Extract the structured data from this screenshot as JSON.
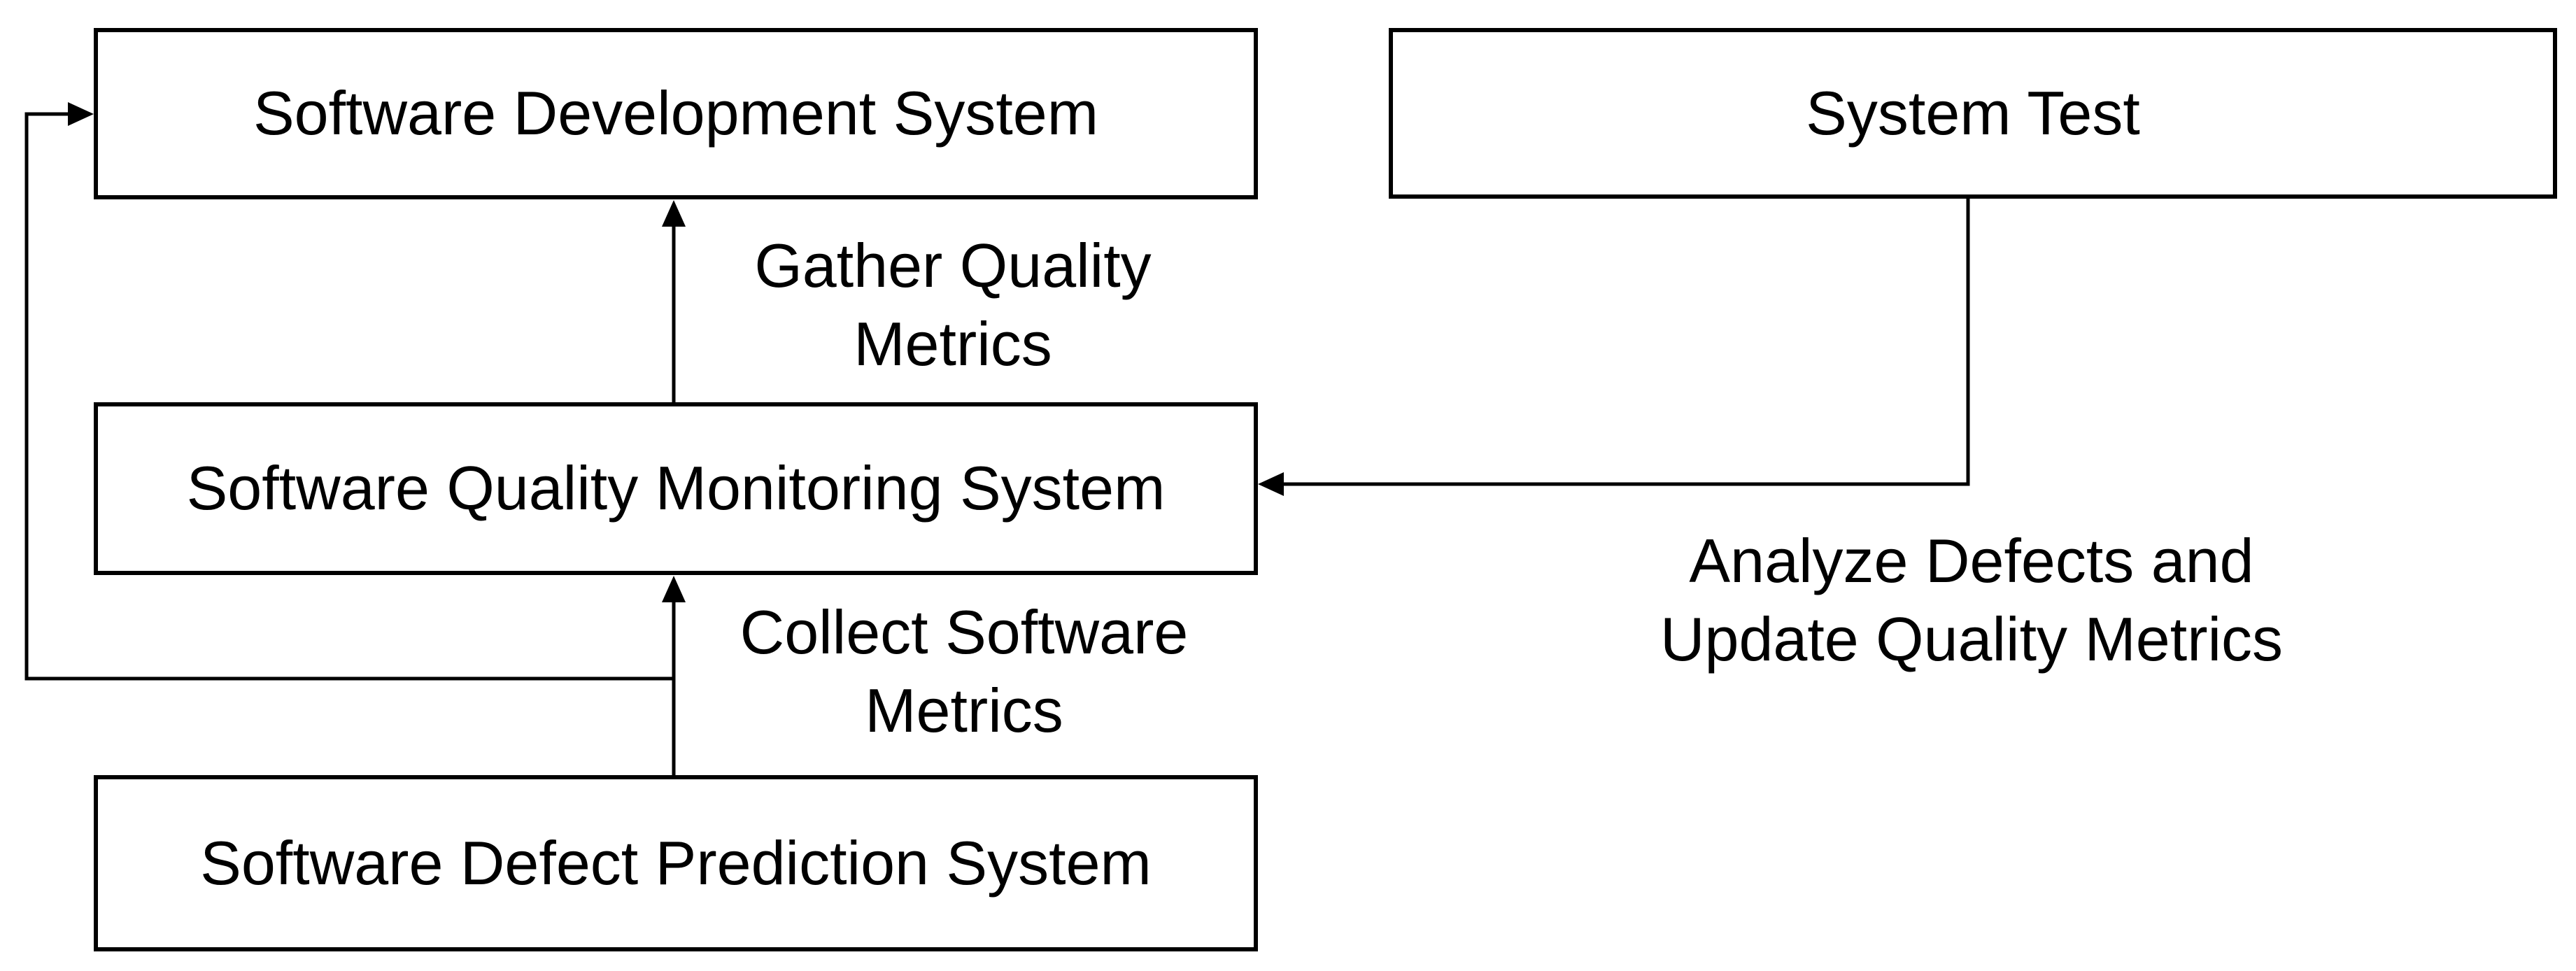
{
  "diagram": {
    "colors": {
      "background": "#ffffff",
      "box_fill": "#ffffff",
      "line": "#000000",
      "text": "#000000"
    },
    "boxes": {
      "development": {
        "label": "Software Development System"
      },
      "system_test": {
        "label": "System Test"
      },
      "monitoring": {
        "label": "Software Quality Monitoring System"
      },
      "defect_prediction": {
        "label": "Software Defect Prediction System"
      }
    },
    "edge_labels": {
      "gather": {
        "lines": [
          "Gather Quality",
          "Metrics"
        ]
      },
      "collect": {
        "lines": [
          "Collect Software",
          "Metrics"
        ]
      },
      "analyze": {
        "lines": [
          "Analyze Defects and",
          "Update Quality Metrics"
        ]
      }
    },
    "edges": [
      {
        "from": "monitoring",
        "to": "development",
        "label": "Gather Quality Metrics"
      },
      {
        "from": "defect_prediction",
        "to": "monitoring",
        "label": "Collect Software Metrics"
      },
      {
        "from": "system_test",
        "to": "monitoring",
        "label": "Analyze Defects and Update Quality Metrics"
      },
      {
        "from": "defect_prediction",
        "to": "development",
        "label": ""
      }
    ]
  }
}
